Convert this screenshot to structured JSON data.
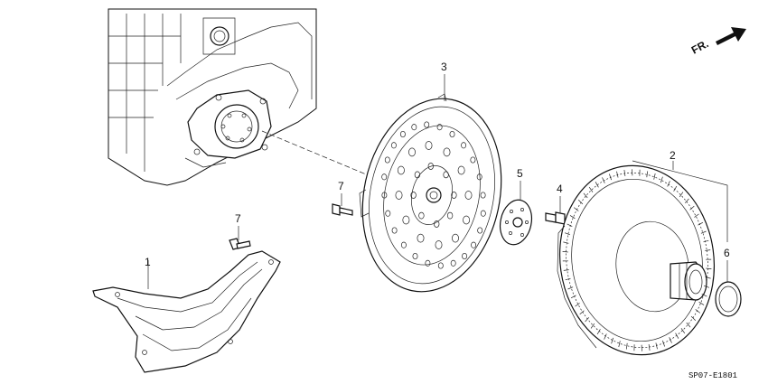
{
  "direction_label": "FR.",
  "diagram_code": "SP07-E1801",
  "callouts": [
    {
      "id": "1",
      "part": "lower-plate"
    },
    {
      "id": "2",
      "part": "torque-converter"
    },
    {
      "id": "3",
      "part": "drive-plate"
    },
    {
      "id": "4",
      "part": "bolt"
    },
    {
      "id": "5",
      "part": "back-plate"
    },
    {
      "id": "6",
      "part": "o-ring"
    },
    {
      "id": "7a",
      "label": "7",
      "part": "bolt-drive-plate"
    },
    {
      "id": "7b",
      "label": "7",
      "part": "bolt-lower-plate"
    }
  ],
  "labels": {
    "c1": "1",
    "c2": "2",
    "c3": "3",
    "c4": "4",
    "c5": "5",
    "c6": "6",
    "c7a": "7",
    "c7b": "7"
  }
}
